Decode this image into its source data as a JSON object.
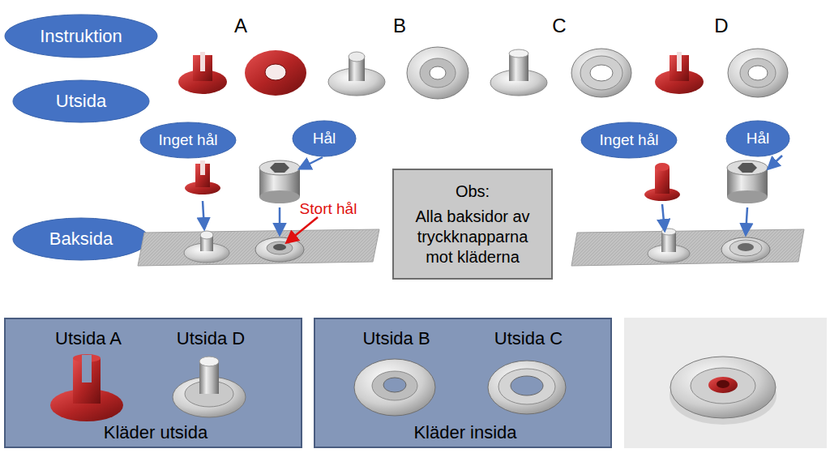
{
  "diagram": {
    "nodes": [
      {
        "text": [
          "Instruktion"
        ]
      },
      {
        "text": [
          "Utsida"
        ]
      },
      {
        "text": [
          "Inget hål"
        ]
      },
      {
        "text": [
          "Hål"
        ]
      },
      {
        "text": [
          "Inget hål"
        ]
      },
      {
        "text": [
          "Hål"
        ]
      },
      {
        "text": [
          "Obs:",
          "Alla baksidor av tryckknapparna mot kläderna"
        ]
      },
      {
        "text": [
          "Baksida"
        ]
      },
      {
        "text": [
          "Utsida A",
          "Utsida D",
          "Kläder utsida"
        ]
      },
      {
        "text": [
          "Utsida B",
          "Utsida C",
          "Kläder insida"
        ]
      }
    ],
    "labels": [
      "A",
      "B",
      "C",
      "D",
      "Stort hål"
    ]
  }
}
